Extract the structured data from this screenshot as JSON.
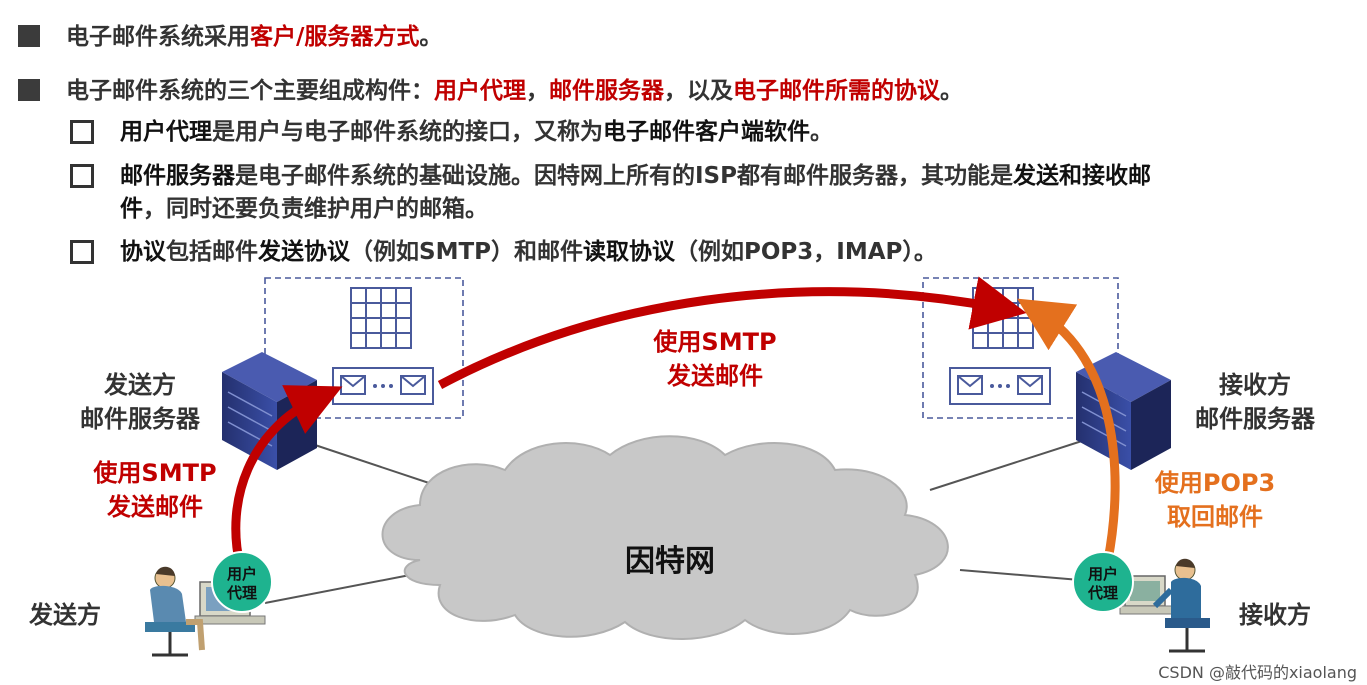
{
  "bullets": [
    {
      "pre": "电子邮件系统采用",
      "red": "客户/服务器方式",
      "post": "。"
    },
    {
      "pre": "电子邮件系统的三个主要组成构件：",
      "red1": "用户代理",
      "mid1": "，",
      "red2": "邮件服务器",
      "mid2": "，以及",
      "red3": "电子邮件所需的协议",
      "post": "。"
    }
  ],
  "subs": [
    {
      "b1": "用户代理",
      "t1": "是用户与电子邮件系统的接口，又称为",
      "b2": "电子邮件客户端软件",
      "t2": "。"
    },
    {
      "b1": "邮件服务器",
      "t1": "是电子邮件系统的基础设施。因特网上所有的ISP都有邮件服务器，其功能是",
      "b2": "发送和接收邮",
      "line2_b": "件",
      "line2_t": "，同时还要负责维护用户的邮箱。"
    },
    {
      "b1": "协议",
      "t1": "包括邮件",
      "b2": "发送协议",
      "t2": "（例如SMTP）和邮件",
      "b3": "读取协议",
      "t3": "（例如POP3，IMAP）。"
    }
  ],
  "diagram": {
    "sender_server_label": [
      "发送方",
      "邮件服务器"
    ],
    "receiver_server_label": [
      "接收方",
      "邮件服务器"
    ],
    "smtp_top": [
      "使用SMTP",
      "发送邮件"
    ],
    "smtp_left": [
      "使用SMTP",
      "发送邮件"
    ],
    "pop3_right": [
      "使用POP3",
      "取回邮件"
    ],
    "internet": "因特网",
    "agent": [
      "用户",
      "代理"
    ],
    "sender": "发送方",
    "receiver": "接收方"
  },
  "colors": {
    "red": "#c00000",
    "orange": "#e4701e",
    "agent_green": "#1eb38f",
    "server_blue": "#2a3a8c",
    "cloud": "#c8c8c8"
  },
  "footer": "CSDN @敲代码的xiaolang"
}
